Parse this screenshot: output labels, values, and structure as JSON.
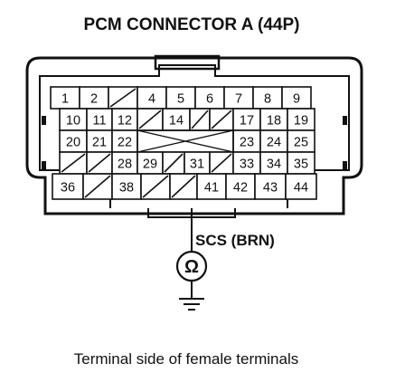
{
  "diagram": {
    "title": "PCM CONNECTOR A (44P)",
    "caption": "Terminal side of female terminals",
    "probe_label": "SCS (BRN)",
    "meter_symbol": "Ω",
    "rows": [
      [
        {
          "label": "1"
        },
        {
          "label": "2"
        },
        {
          "label": ""
        },
        {
          "label": "4"
        },
        {
          "label": "5"
        },
        {
          "label": "6"
        },
        {
          "label": "7"
        },
        {
          "label": "8"
        },
        {
          "label": "9"
        }
      ],
      [
        {
          "label": "10"
        },
        {
          "label": "11"
        },
        {
          "label": "12"
        },
        {
          "label": ""
        },
        {
          "label": "14"
        },
        {
          "label": ""
        },
        {
          "label": ""
        },
        {
          "label": "17"
        },
        {
          "label": "18"
        },
        {
          "label": "19"
        }
      ],
      [
        {
          "label": "20"
        },
        {
          "label": "21"
        },
        {
          "label": "22"
        },
        {
          "label": "23"
        },
        {
          "label": "24"
        },
        {
          "label": "25"
        }
      ],
      [
        {
          "label": ""
        },
        {
          "label": ""
        },
        {
          "label": "28"
        },
        {
          "label": "29"
        },
        {
          "label": ""
        },
        {
          "label": "31"
        },
        {
          "label": ""
        },
        {
          "label": "33"
        },
        {
          "label": "34"
        },
        {
          "label": "35"
        }
      ],
      [
        {
          "label": "36"
        },
        {
          "label": ""
        },
        {
          "label": "38"
        },
        {
          "label": ""
        },
        {
          "label": ""
        },
        {
          "label": "41"
        },
        {
          "label": "42"
        },
        {
          "label": "43"
        },
        {
          "label": "44"
        }
      ]
    ],
    "highlighted_terminal": "41"
  }
}
